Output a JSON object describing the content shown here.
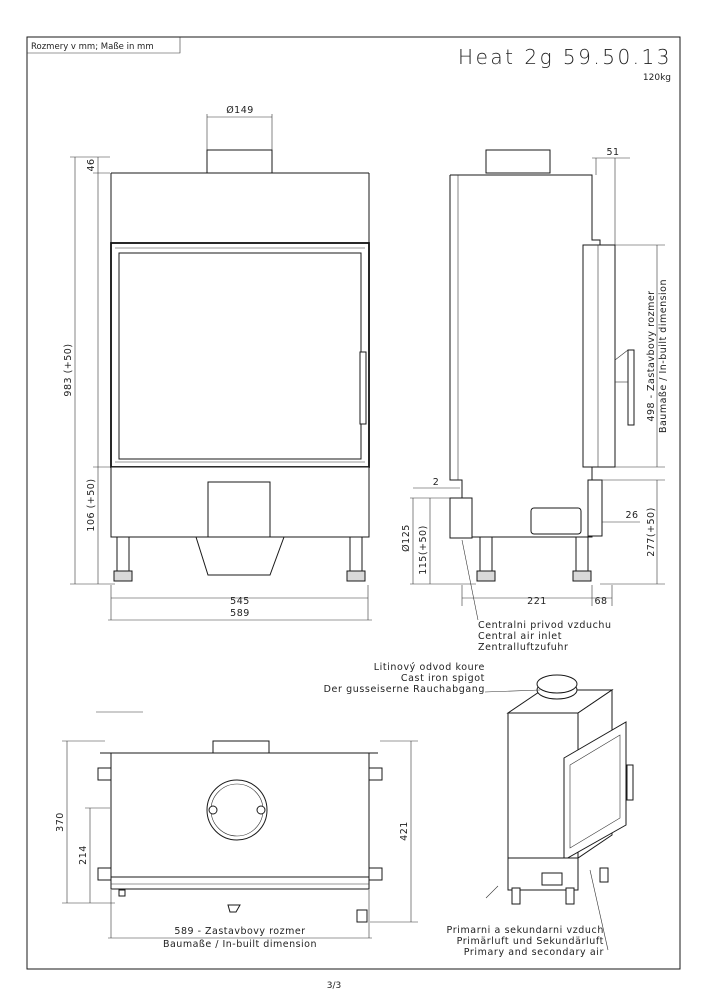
{
  "header": {
    "units_note": "Rozmery v mm; Maße in mm",
    "model_title": "Heat 2g 59.50.13",
    "weight": "120kg"
  },
  "front_view": {
    "dim_flue_diameter": "Ø149",
    "dim_top": "46",
    "dim_height": "983 (+50)",
    "dim_bottom": "106 (+50)",
    "dim_inner_width": "545",
    "dim_total_width": "589"
  },
  "side_view": {
    "dim_top_offset": "51",
    "dim_inbuilt_height": "498 - Zastavbovy rozmer",
    "dim_inbuilt_height_de_en": "Baumaße / In-built dimension",
    "dim_gap": "2",
    "dim_air_inlet_diameter": "Ø125",
    "dim_air_inlet_height": "115(+50)",
    "dim_side_26": "26",
    "dim_side_277": "277(+50)",
    "dim_depth": "221",
    "dim_rear": "68",
    "central_air_cz": "Centralni privod vzduchu",
    "central_air_en": "Central air inlet",
    "central_air_de": "Zentralluftzufuhr"
  },
  "iso_view": {
    "spigot_cz": "Litinový odvod koure",
    "spigot_en": "Cast iron spigot",
    "spigot_de": "Der gusseiserne Rauchabgang",
    "air_cz": "Primarni a sekundarni vzduch",
    "air_de": "Primärluft und Sekundärluft",
    "air_en": "Primary and secondary air"
  },
  "top_view": {
    "dim_depth_370": "370",
    "dim_214": "214",
    "dim_421": "421",
    "dim_width": "589 - Zastavbovy rozmer",
    "dim_width_de_en": "Baumaße / In-built dimension"
  },
  "footer": {
    "page": "3/3"
  }
}
